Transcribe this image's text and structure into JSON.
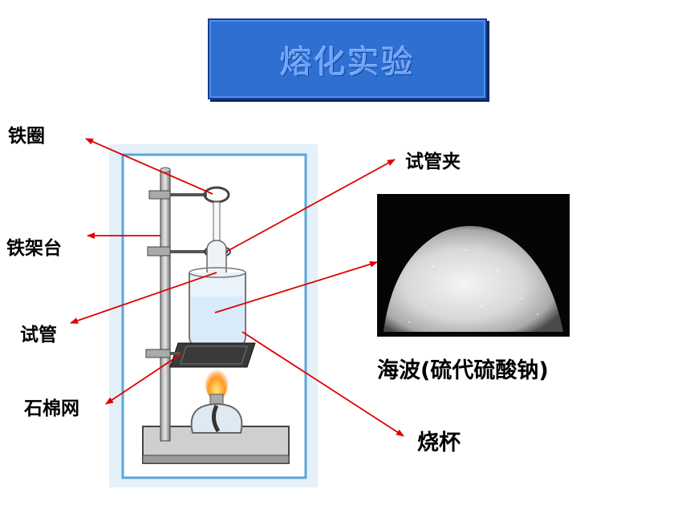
{
  "title": "熔化实验",
  "labels": {
    "iron_ring": "铁圈",
    "iron_stand": "铁架台",
    "test_tube": "试管",
    "asbestos_mesh": "石棉网",
    "tube_clamp": "试管夹",
    "beaker": "烧杯"
  },
  "sample_caption": "海波(硫代硫酸钠)",
  "colors": {
    "title_bg": "#2f6fd1",
    "title_text": "#6aa2ff",
    "arrow": "#e00000",
    "diagram_bg": "#e4f1fa",
    "diagram_border": "#5aa6d8"
  }
}
